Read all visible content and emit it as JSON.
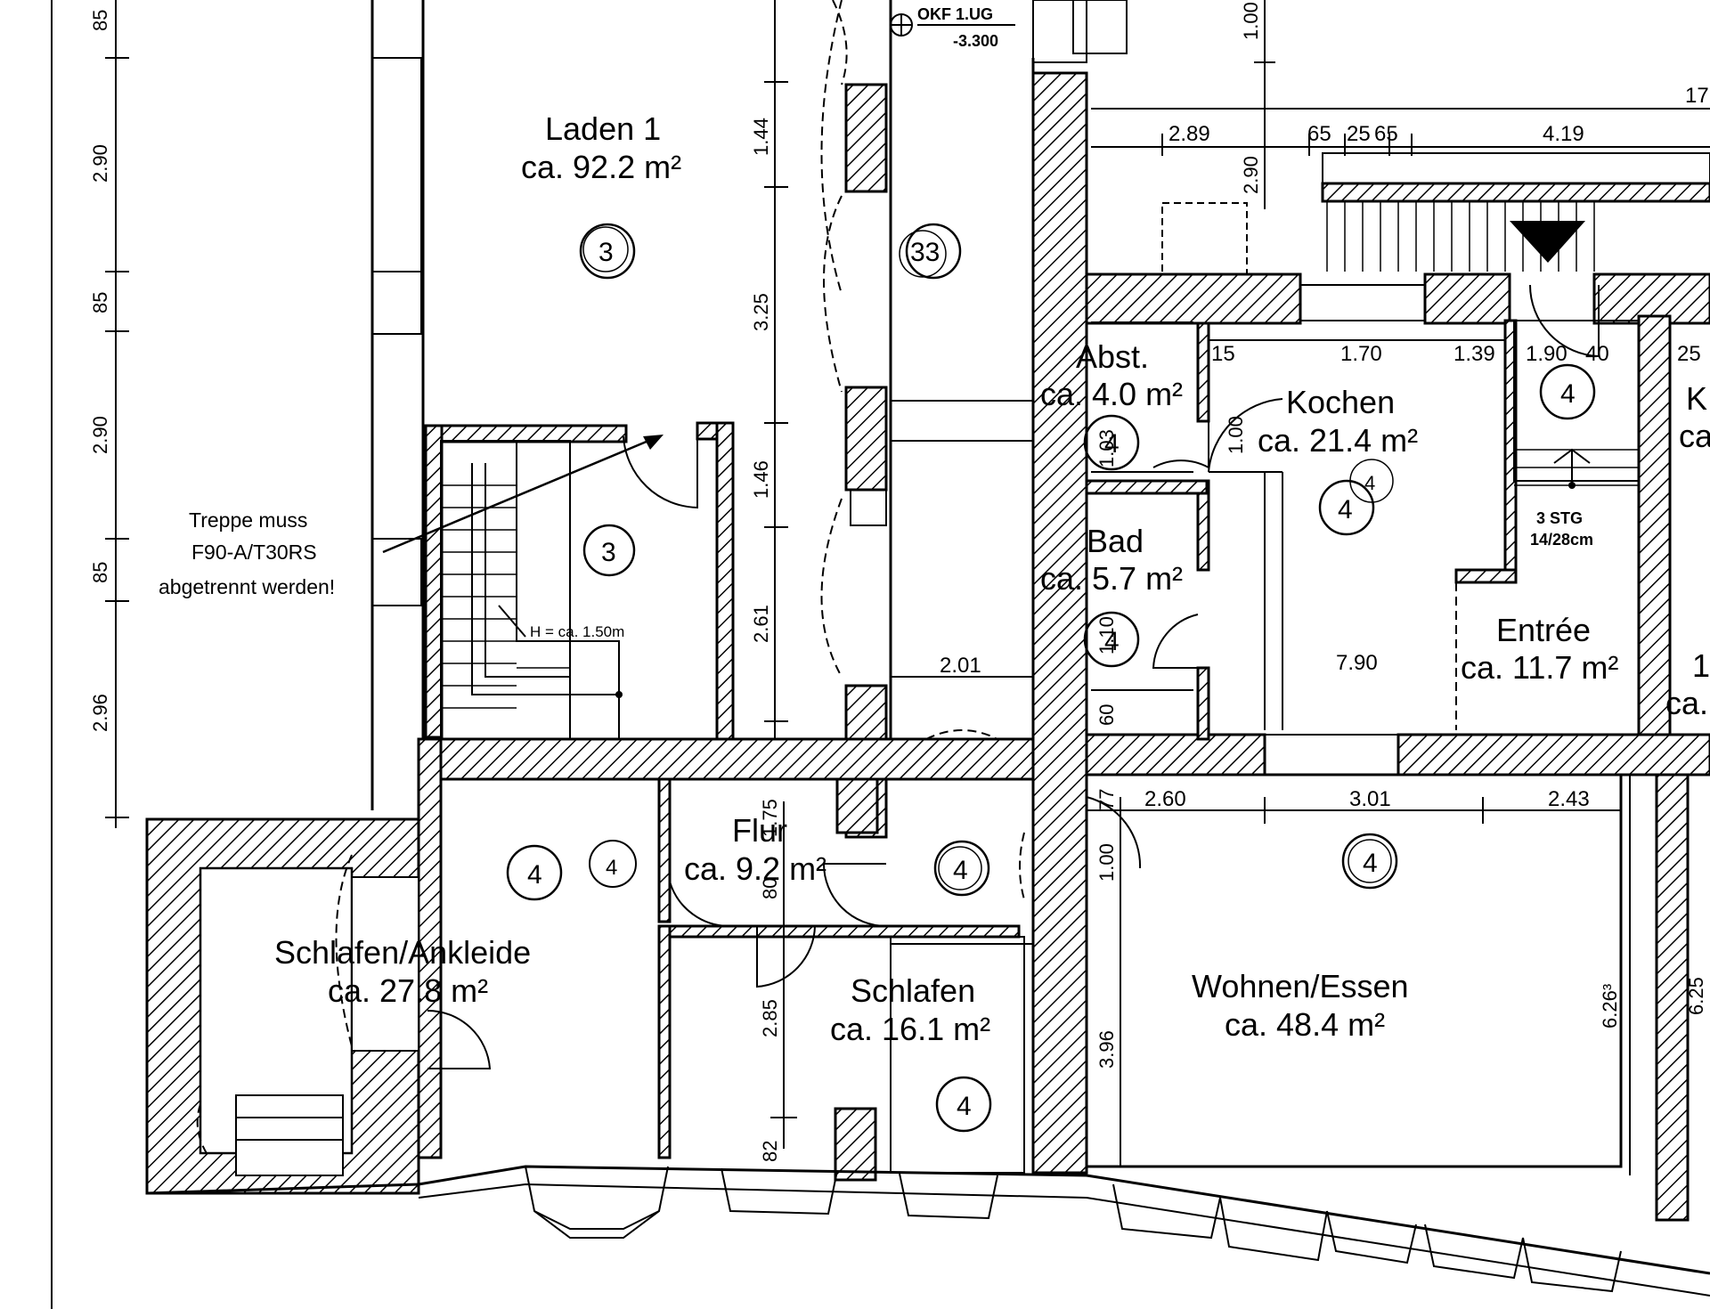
{
  "rooms": {
    "laden1": {
      "name": "Laden 1",
      "area": "ca. 92.2 m²"
    },
    "abst": {
      "name": "Abst.",
      "area": "ca. 4.0 m²"
    },
    "kochen": {
      "name": "Kochen",
      "area": "ca. 21.4 m²"
    },
    "bad": {
      "name": "Bad",
      "area": "ca. 5.7 m²"
    },
    "entree": {
      "name": "Entrée",
      "area": "ca. 11.7 m²"
    },
    "flur": {
      "name": "Flur",
      "area": "ca. 9.2 m²"
    },
    "schlafen_ankleide": {
      "name": "Schlafen/Ankleide",
      "area": "ca. 27.8 m²"
    },
    "schlafen": {
      "name": "Schlafen",
      "area": "ca. 16.1 m²"
    },
    "wohnen_essen": {
      "name": "Wohnen/Essen",
      "area": "ca. 48.4 m²"
    },
    "partial_right": {
      "name": "K",
      "area": "ca"
    },
    "partial_right2": {
      "name": "1",
      "area": "ca."
    }
  },
  "notes": {
    "stair_note_line1": "Treppe muss",
    "stair_note_line2": "F90-A/T30RS",
    "stair_note_line3": "abgetrennt werden!",
    "stair_height": "H = ca. 1.50m",
    "okf_label": "OKF 1.UG",
    "okf_value": "-3.300",
    "stg_line1": "3 STG",
    "stg_line2": "14/28cm"
  },
  "circle_numbers": {
    "laden_main": "3",
    "laden_aux": "33",
    "stair": "3",
    "abst": "4",
    "kochen": "4",
    "kochen_aux": "4",
    "entree_top": "4",
    "bad": "4",
    "flur_left": "4",
    "flur_small": "4",
    "flur_right": "4",
    "schlafen_ankleide": "4",
    "schlafen": "4",
    "wohnen": "4"
  },
  "dimensions": {
    "left_vertical": [
      "85",
      "2.90",
      "85",
      "2.90",
      "85",
      "2.96"
    ],
    "mid_vertical": [
      "1.44",
      "3.25",
      "1.46",
      "2.61"
    ],
    "top_right_vertical": [
      "1.00",
      "2.90"
    ],
    "top_horizontal": [
      "2.89",
      "65",
      "25",
      "65",
      "4.19",
      "17."
    ],
    "kitchen_horizontal": [
      "15",
      "1.70",
      "1.39",
      "1.90",
      "40",
      "25"
    ],
    "kitchen_door": "1.00",
    "abst_width": "1.03",
    "bad_dim": "1.10",
    "bad_bottom": "60",
    "kitchen_bottom": "7.90",
    "laden_bottom": "2.01",
    "flur_vertical": [
      "1.75",
      "80",
      "2.85",
      "82"
    ],
    "wohnen_horizontal": [
      "77",
      "2.60",
      "3.01",
      "2.43"
    ],
    "wohnen_vertical": [
      "1.00",
      "3.96",
      "6.26³",
      "6.25"
    ]
  },
  "colors": {
    "ink": "#000000",
    "paper": "#ffffff"
  }
}
